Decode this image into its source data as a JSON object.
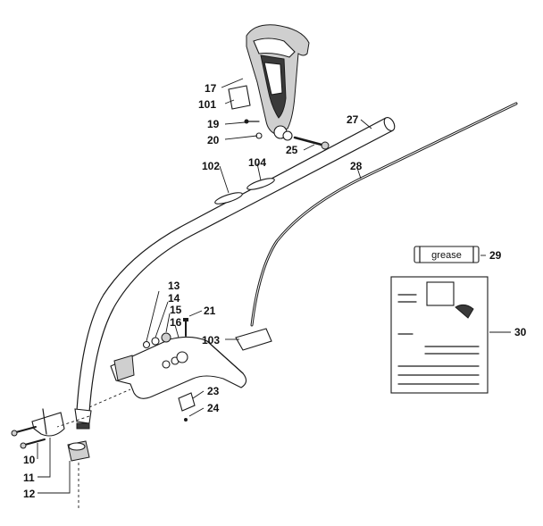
{
  "callouts": {
    "c17": "17",
    "c101": "101",
    "c19": "19",
    "c20": "20",
    "c25": "25",
    "c27": "27",
    "c28": "28",
    "c102": "102",
    "c104": "104",
    "c13": "13",
    "c14": "14",
    "c15": "15",
    "c16": "16",
    "c21": "21",
    "c103": "103",
    "c23": "23",
    "c24": "24",
    "c10": "10",
    "c11": "11",
    "c12": "12",
    "c29": "29",
    "c30": "30"
  },
  "grease_tube": {
    "label": "grease"
  }
}
